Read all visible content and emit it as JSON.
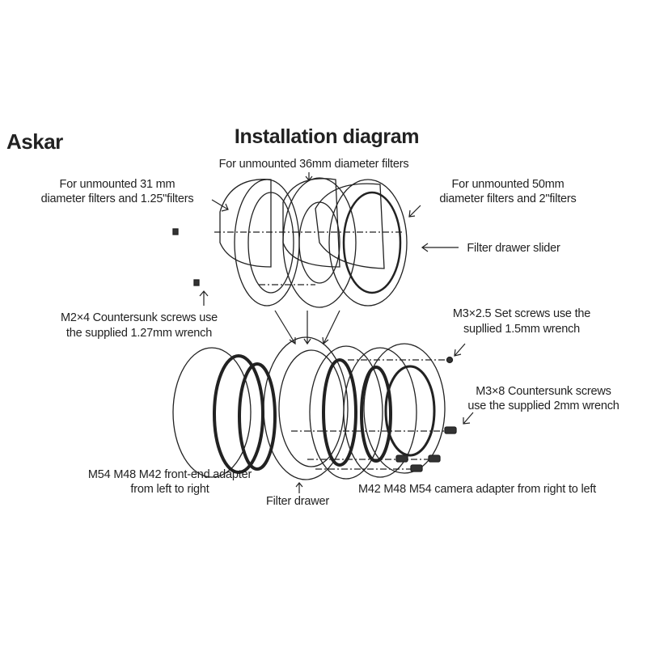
{
  "logo": "Askar",
  "title": "Installation diagram",
  "labels": {
    "filters_36": "For unmounted 36mm diameter filters",
    "filters_31_line1": "For unmounted 31 mm",
    "filters_31_line2": "diameter filters and 1.25\"filters",
    "filters_50_line1": "For unmounted 50mm",
    "filters_50_line2": "diameter filters and 2\"filters",
    "slider": "Filter drawer slider",
    "m2_line1": "M2×4 Countersunk screws use",
    "m2_line2": "the supplied 1.27mm wrench",
    "m3set_line1": "M3×2.5 Set screws use the",
    "m3set_line2": "supllied 1.5mm wrench",
    "m3cs_line1": "M3×8 Countersunk screws",
    "m3cs_line2": "use the supplied 2mm wrench",
    "front_line1": "M54 M48 M42 front-end adapter",
    "front_line2": "from left to right",
    "drawer": "Filter drawer",
    "camera": "M42 M48 M54 camera adapter from right to left"
  }
}
